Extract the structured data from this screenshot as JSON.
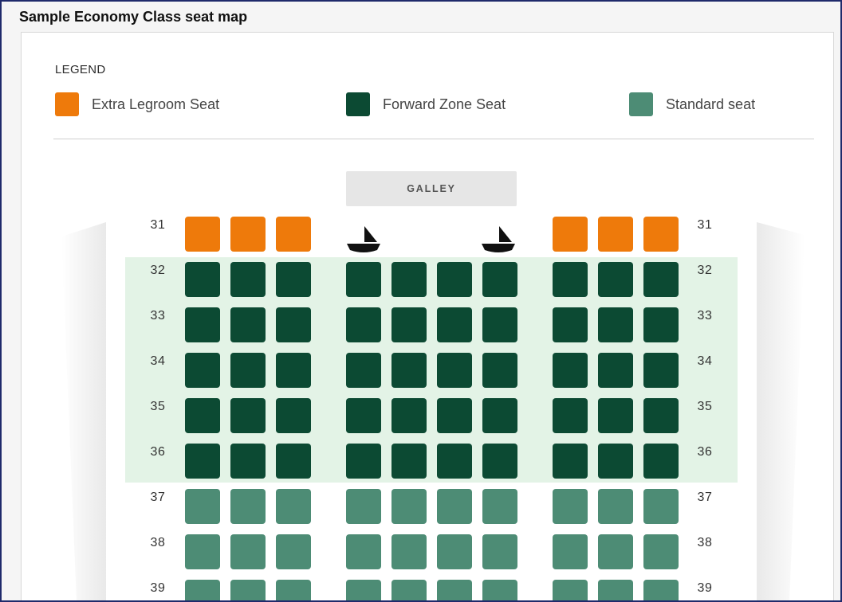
{
  "page": {
    "title": "Sample Economy Class seat map"
  },
  "legend": {
    "title": "LEGEND",
    "items": [
      {
        "label": "Extra Legroom Seat",
        "type": "extra",
        "color": "#ee7a0b"
      },
      {
        "label": "Forward Zone Seat",
        "type": "forward",
        "color": "#0c4a33"
      },
      {
        "label": "Standard seat",
        "type": "standard",
        "color": "#4d8c75"
      }
    ]
  },
  "galley": {
    "label": "GALLEY"
  },
  "colors": {
    "extra": "#ee7a0b",
    "forward": "#0c4a33",
    "standard": "#4d8c75",
    "forward_zone_background": "#e3f3e6",
    "galley_background": "#e6e6e6"
  },
  "icons": {
    "lavatory": "lavatory-icon"
  },
  "rows": [
    {
      "number": "31",
      "seat_type": "extra",
      "seats": [
        "extra",
        "extra",
        "extra",
        null,
        null,
        null,
        null,
        "extra",
        "extra",
        "extra"
      ]
    },
    {
      "number": "32",
      "seat_type": "forward",
      "seats": [
        "forward",
        "forward",
        "forward",
        "forward",
        "forward",
        "forward",
        "forward",
        "forward",
        "forward",
        "forward"
      ]
    },
    {
      "number": "33",
      "seat_type": "forward",
      "seats": [
        "forward",
        "forward",
        "forward",
        "forward",
        "forward",
        "forward",
        "forward",
        "forward",
        "forward",
        "forward"
      ]
    },
    {
      "number": "34",
      "seat_type": "forward",
      "seats": [
        "forward",
        "forward",
        "forward",
        "forward",
        "forward",
        "forward",
        "forward",
        "forward",
        "forward",
        "forward"
      ]
    },
    {
      "number": "35",
      "seat_type": "forward",
      "seats": [
        "forward",
        "forward",
        "forward",
        "forward",
        "forward",
        "forward",
        "forward",
        "forward",
        "forward",
        "forward"
      ]
    },
    {
      "number": "36",
      "seat_type": "forward",
      "seats": [
        "forward",
        "forward",
        "forward",
        "forward",
        "forward",
        "forward",
        "forward",
        "forward",
        "forward",
        "forward"
      ]
    },
    {
      "number": "37",
      "seat_type": "standard",
      "seats": [
        "standard",
        "standard",
        "standard",
        "standard",
        "standard",
        "standard",
        "standard",
        "standard",
        "standard",
        "standard"
      ]
    },
    {
      "number": "38",
      "seat_type": "standard",
      "seats": [
        "standard",
        "standard",
        "standard",
        "standard",
        "standard",
        "standard",
        "standard",
        "standard",
        "standard",
        "standard"
      ]
    },
    {
      "number": "39",
      "seat_type": "standard",
      "seats": [
        "standard",
        "standard",
        "standard",
        "standard",
        "standard",
        "standard",
        "standard",
        "standard",
        "standard",
        "standard"
      ]
    }
  ]
}
